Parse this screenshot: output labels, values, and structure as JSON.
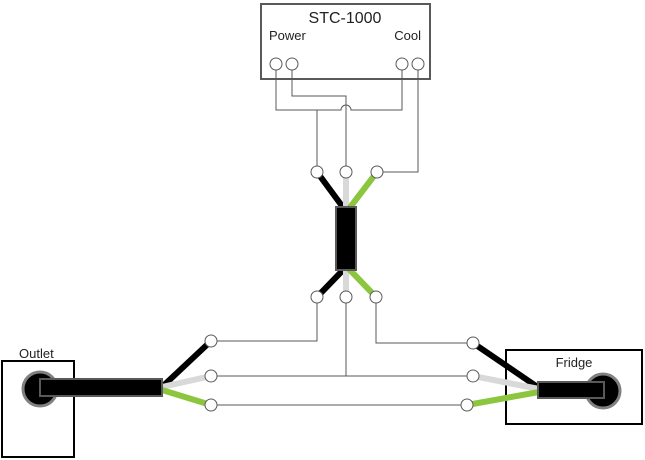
{
  "controller": {
    "title": "STC-1000",
    "power_label": "Power",
    "cool_label": "Cool"
  },
  "outlet": {
    "label": "Outlet"
  },
  "fridge": {
    "label": "Fridge"
  },
  "colors": {
    "hot": "#000000",
    "neutral": "#d9d9d9",
    "ground": "#8cc63f",
    "thin_wire": "#595959",
    "box_border": "#595959"
  }
}
